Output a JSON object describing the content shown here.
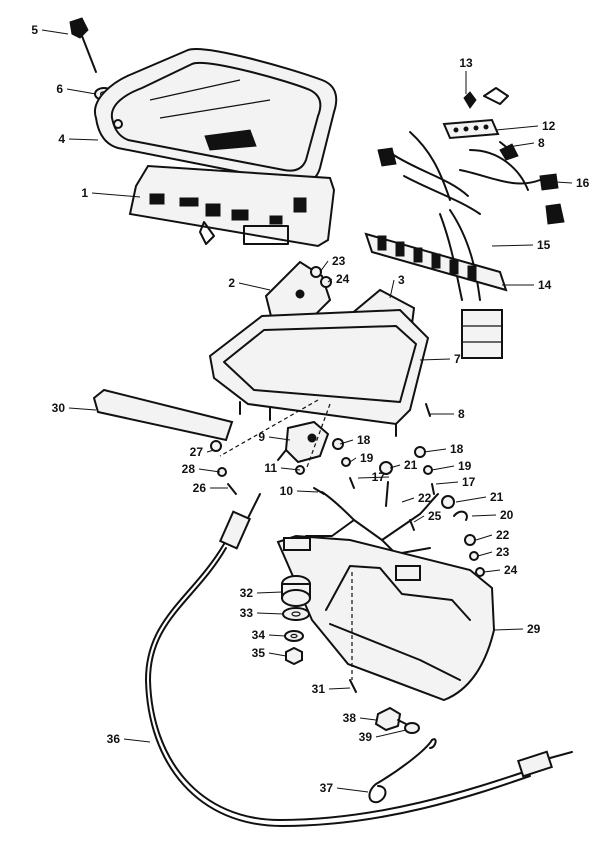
{
  "callouts": [
    {
      "n": "1"
    },
    {
      "n": "2"
    },
    {
      "n": "3"
    },
    {
      "n": "4"
    },
    {
      "n": "5"
    },
    {
      "n": "6"
    },
    {
      "n": "7"
    },
    {
      "n": "8"
    },
    {
      "n": "8"
    },
    {
      "n": "9"
    },
    {
      "n": "10"
    },
    {
      "n": "11"
    },
    {
      "n": "12"
    },
    {
      "n": "13"
    },
    {
      "n": "14"
    },
    {
      "n": "15"
    },
    {
      "n": "16"
    },
    {
      "n": "17"
    },
    {
      "n": "17"
    },
    {
      "n": "18"
    },
    {
      "n": "18"
    },
    {
      "n": "19"
    },
    {
      "n": "19"
    },
    {
      "n": "20"
    },
    {
      "n": "21"
    },
    {
      "n": "21"
    },
    {
      "n": "22"
    },
    {
      "n": "22"
    },
    {
      "n": "23"
    },
    {
      "n": "23"
    },
    {
      "n": "24"
    },
    {
      "n": "24"
    },
    {
      "n": "25"
    },
    {
      "n": "26"
    },
    {
      "n": "27"
    },
    {
      "n": "28"
    },
    {
      "n": "29"
    },
    {
      "n": "30"
    },
    {
      "n": "31"
    },
    {
      "n": "32"
    },
    {
      "n": "33"
    },
    {
      "n": "34"
    },
    {
      "n": "35"
    },
    {
      "n": "36"
    },
    {
      "n": "37"
    },
    {
      "n": "38"
    },
    {
      "n": "39"
    }
  ]
}
